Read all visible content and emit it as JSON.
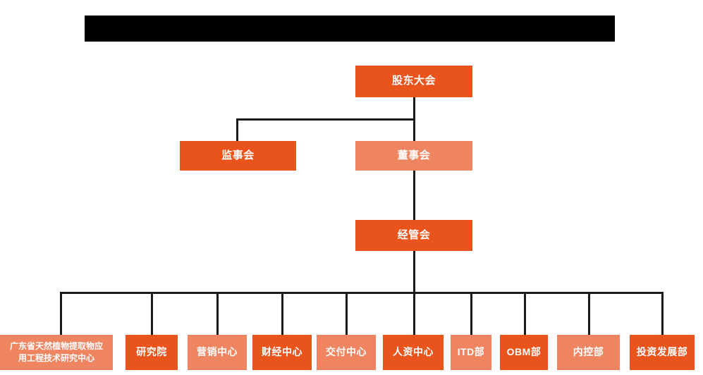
{
  "diagram": {
    "type": "organization-chart",
    "title_bar": {
      "name": "redacted-title-bar",
      "text": "",
      "color": "#000000",
      "note": "solid black redaction block"
    },
    "colors": {
      "background": "#ffffff",
      "node_dark": "#e9531c",
      "node_light": "#ee8560",
      "connector": "#1a1a1a",
      "node_text": "#ffffff"
    },
    "levels": [
      {
        "level": 1,
        "nodes": [
          {
            "id": "shareholders",
            "label": "股东大会",
            "style": "dark"
          }
        ]
      },
      {
        "level": 2,
        "nodes": [
          {
            "id": "supervisors",
            "label": "监事会",
            "style": "dark"
          },
          {
            "id": "directors",
            "label": "董事会",
            "style": "light"
          }
        ]
      },
      {
        "level": 3,
        "nodes": [
          {
            "id": "management",
            "label": "经管会",
            "style": "dark"
          }
        ]
      },
      {
        "level": 4,
        "nodes": [
          {
            "id": "rnd-center",
            "label": "广东省天然植物提取物应用工程技术研究中心",
            "label_line1": "广东省天然植物提取物应",
            "label_line2": "用工程技术研究中心",
            "style": "light"
          },
          {
            "id": "institute",
            "label": "研究院",
            "style": "dark"
          },
          {
            "id": "marketing",
            "label": "营销中心",
            "style": "light"
          },
          {
            "id": "finance",
            "label": "财经中心",
            "style": "dark"
          },
          {
            "id": "delivery",
            "label": "交付中心",
            "style": "light"
          },
          {
            "id": "hr",
            "label": "人资中心",
            "style": "dark"
          },
          {
            "id": "itd",
            "label": "ITD部",
            "style": "light"
          },
          {
            "id": "obm",
            "label": "OBM部",
            "style": "dark"
          },
          {
            "id": "internal-control",
            "label": "内控部",
            "style": "light"
          },
          {
            "id": "investment",
            "label": "投资发展部",
            "style": "dark"
          }
        ]
      }
    ]
  }
}
